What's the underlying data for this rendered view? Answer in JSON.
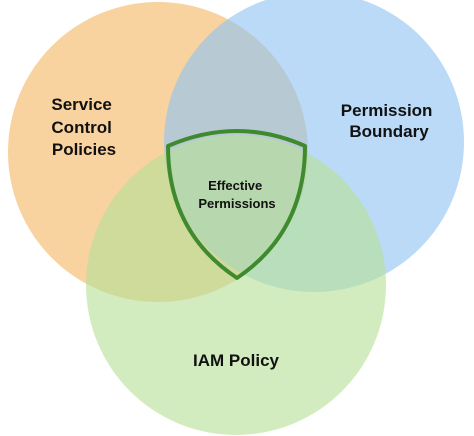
{
  "sets": [
    {
      "id": "scp",
      "label_lines": [
        "Service",
        "Control",
        "Policies"
      ],
      "color": "#f6c88a"
    },
    {
      "id": "boundary",
      "label_lines": [
        "Permission",
        "Boundary"
      ],
      "color": "#8fc3f2"
    },
    {
      "id": "iam",
      "label_lines": [
        "IAM Policy"
      ],
      "color": "#b6e197"
    }
  ],
  "intersection": {
    "label_lines": [
      "Effective",
      "Permissions"
    ],
    "outline_color": "#3f8a2e"
  }
}
